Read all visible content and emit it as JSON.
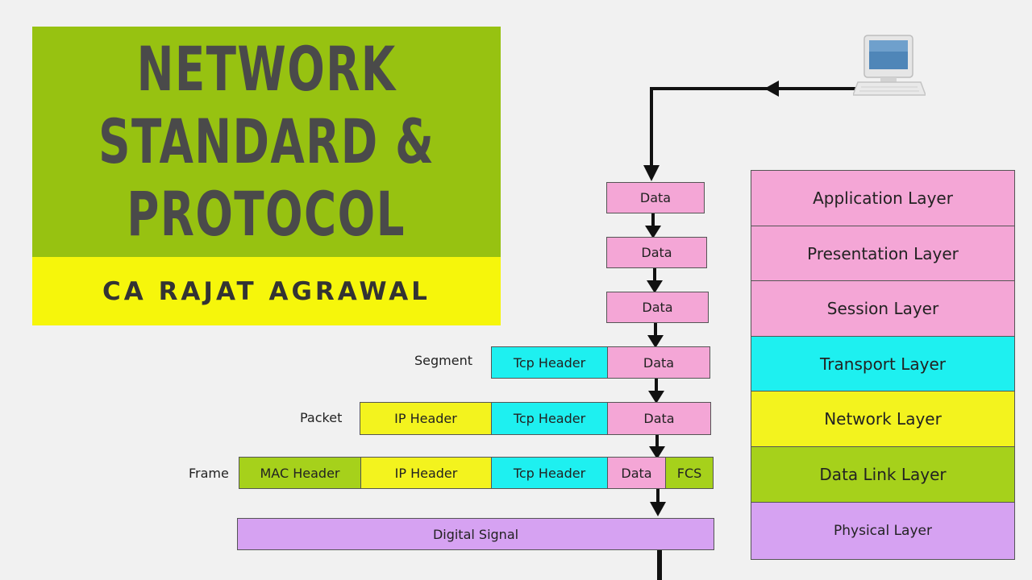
{
  "title": {
    "lines": [
      "NETWORK",
      "STANDARD &",
      "PROTOCOL"
    ],
    "author": "CA RAJAT AGRAWAL"
  },
  "encapsulation": {
    "data_label": "Data",
    "rows": {
      "segment": "Segment",
      "packet": "Packet",
      "frame": "Frame"
    },
    "headers": {
      "tcp": "Tcp Header",
      "ip": "IP Header",
      "mac": "MAC Header",
      "fcs": "FCS"
    },
    "signal": "Digital Signal"
  },
  "osi_layers": [
    {
      "name": "Application Layer",
      "color": "#f4a6d6"
    },
    {
      "name": "Presentation Layer",
      "color": "#f4a6d6"
    },
    {
      "name": "Session Layer",
      "color": "#f4a6d6"
    },
    {
      "name": "Transport Layer",
      "color": "#1ef0f0"
    },
    {
      "name": "Network Layer",
      "color": "#f3f31e"
    },
    {
      "name": "Data Link Layer",
      "color": "#a6d11b"
    },
    {
      "name": "Physical Layer",
      "color": "#d6a2f2"
    }
  ],
  "icons": {
    "computer": "desktop-computer-icon"
  }
}
